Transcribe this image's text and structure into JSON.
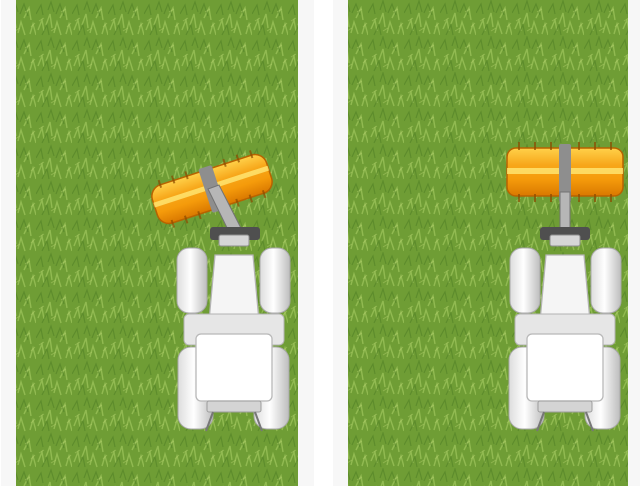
{
  "scene": {
    "panels": [
      {
        "name": "angled-mower-view",
        "mower_angle_deg": -18,
        "mower_color": "#f39a0b"
      },
      {
        "name": "straight-mower-view",
        "mower_angle_deg": 0,
        "mower_color": "#f39a0b"
      }
    ],
    "colors": {
      "grass_dark": "#4f7e24",
      "grass_mid": "#6f9d35",
      "grass_light": "#93be4e",
      "edge_white": "#f7f7f7",
      "tractor_white": "#f4f4f4",
      "tractor_shadow": "#c9c9c9",
      "hitch_dark": "#4f4f4f"
    }
  }
}
